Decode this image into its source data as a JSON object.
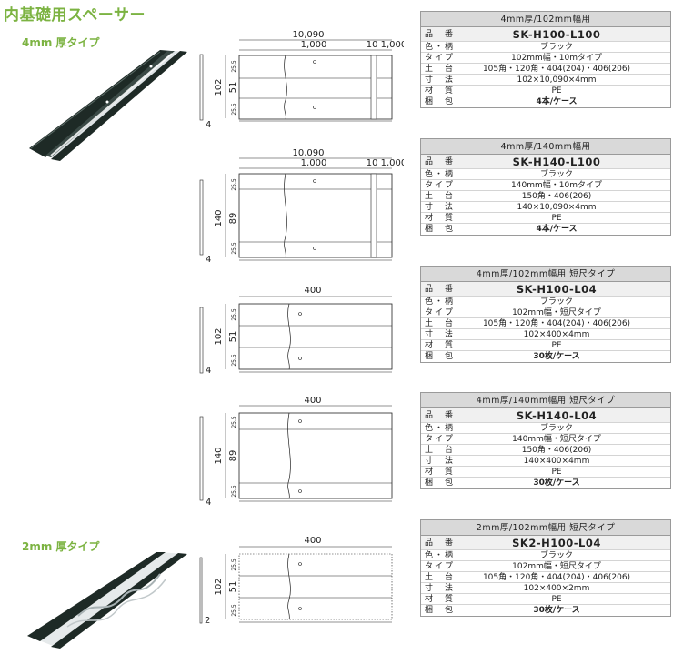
{
  "title": "内基礎用スペーサー",
  "types": [
    {
      "label": "4mm 厚タイプ"
    },
    {
      "label": "2mm 厚タイプ"
    }
  ],
  "spec_labels": {
    "code": "品　番",
    "color": "色・柄",
    "type": "タイプ",
    "base": "土　台",
    "size": "寸　法",
    "material": "材　質",
    "packing": "梱　包"
  },
  "products": [
    {
      "header": "4mm厚/102mm幅用",
      "code": "SK-H100-L100",
      "color": "ブラック",
      "type": "102mm幅・10mタイプ",
      "base": "105角・120角・404(204)・406(206)",
      "size": "102×10,090×4mm",
      "material": "PE",
      "packing": "4本/ケース"
    },
    {
      "header": "4mm厚/140mm幅用",
      "code": "SK-H140-L100",
      "color": "ブラック",
      "type": "140mm幅・10mタイプ",
      "base": "150角・406(206)",
      "size": "140×10,090×4mm",
      "material": "PE",
      "packing": "4本/ケース"
    },
    {
      "header": "4mm厚/102mm幅用 短尺タイプ",
      "code": "SK-H100-L04",
      "color": "ブラック",
      "type": "102mm幅・短尺タイプ",
      "base": "105角・120角・404(204)・406(206)",
      "size": "102×400×4mm",
      "material": "PE",
      "packing": "30枚/ケース"
    },
    {
      "header": "4mm厚/140mm幅用 短尺タイプ",
      "code": "SK-H140-L04",
      "color": "ブラック",
      "type": "140mm幅・短尺タイプ",
      "base": "150角・406(206)",
      "size": "140×400×4mm",
      "material": "PE",
      "packing": "30枚/ケース"
    },
    {
      "header": "2mm厚/102mm幅用 短尺タイプ",
      "code": "SK2-H100-L04",
      "color": "ブラック",
      "type": "102mm幅・短尺タイプ",
      "base": "105角・120角・404(204)・406(206)",
      "size": "102×400×2mm",
      "material": "PE",
      "packing": "30枚/ケース"
    }
  ],
  "drawings": [
    {
      "total_length": "10,090",
      "segment": "1,000",
      "end_segment": "10 1,000",
      "width": "102",
      "middle": "51",
      "edge_top": "25.5",
      "edge_bottom": "25.5",
      "thickness": "4"
    },
    {
      "total_length": "10,090",
      "segment": "1,000",
      "end_segment": "10 1,000",
      "width": "140",
      "middle": "89",
      "edge_top": "25.5",
      "edge_bottom": "25.5",
      "thickness": "4"
    },
    {
      "total_length": "400",
      "width": "102",
      "middle": "51",
      "edge_top": "25.5",
      "edge_bottom": "25.5",
      "thickness": "4"
    },
    {
      "total_length": "400",
      "width": "140",
      "middle": "89",
      "edge_top": "25.5",
      "edge_bottom": "25.5",
      "thickness": "4"
    },
    {
      "total_length": "400",
      "width": "102",
      "middle": "51",
      "edge_top": "25.5",
      "edge_bottom": "25.5",
      "thickness": "2"
    }
  ],
  "colors": {
    "accent_green": "#7cb342",
    "table_header": "#d9d9d9",
    "product_black": "#1e2a26"
  }
}
